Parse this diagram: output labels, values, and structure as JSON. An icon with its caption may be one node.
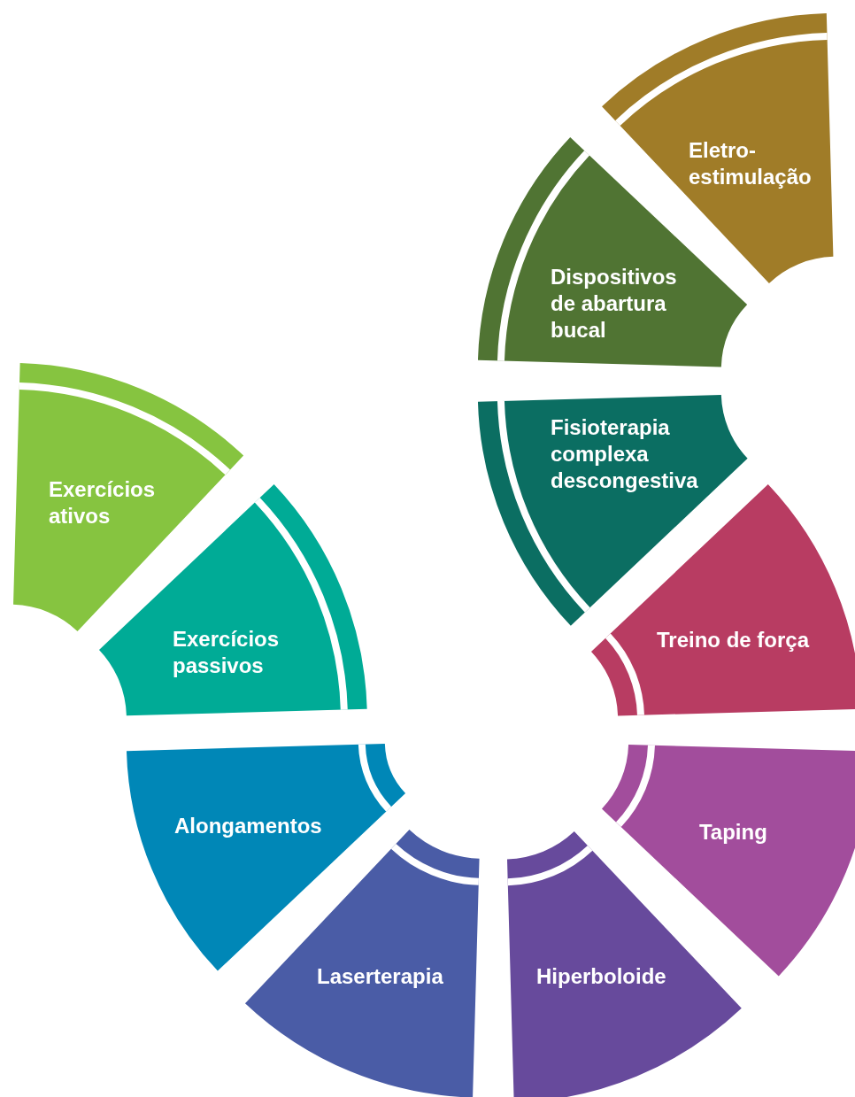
{
  "diagram": {
    "nodes": [
      {
        "text": [
          "Eletro- estimulação"
        ]
      },
      {
        "text": [
          "Dispositivos de abartura bucal"
        ]
      },
      {
        "text": [
          "Fisioterapia complexa descongestiva"
        ]
      },
      {
        "text": [
          "Exercícios ativos"
        ]
      },
      {
        "text": [
          "Exercícios passivos"
        ]
      },
      {
        "text": [
          "Treino de força"
        ]
      },
      {
        "text": [
          "Alongamentos"
        ]
      },
      {
        "text": [
          "Taping"
        ]
      },
      {
        "text": [
          "Laserterapia"
        ]
      },
      {
        "text": [
          "Hiperboloide"
        ]
      }
    ]
  }
}
